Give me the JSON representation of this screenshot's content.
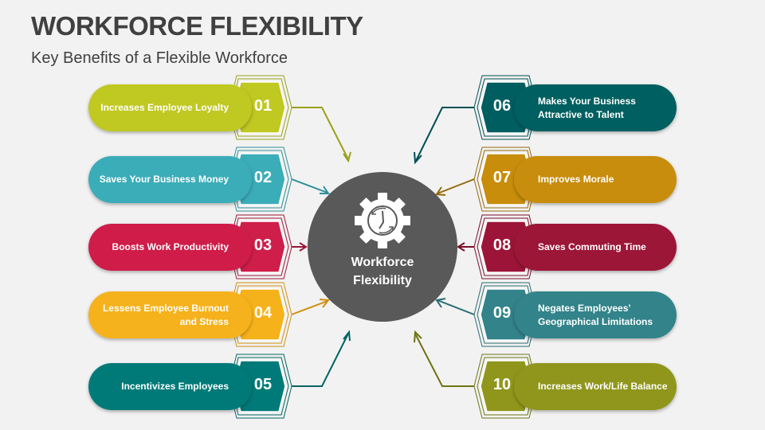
{
  "header": {
    "title": "WORKFORCE FLEXIBILITY",
    "subtitle": "Key Benefits of a Flexible Workforce"
  },
  "center": {
    "label_line1": "Workforce",
    "label_line2": "Flexibility",
    "icon": "gear-clock-icon",
    "color": "#595959"
  },
  "left_items": [
    {
      "number": "01",
      "text": "Increases Employee Loyalty",
      "color": "#c0c822",
      "line_color": "#9aa11b"
    },
    {
      "number": "02",
      "text": "Saves Your Business Money",
      "color": "#3badb8",
      "line_color": "#2f8e97"
    },
    {
      "number": "03",
      "text": "Boosts Work Productivity",
      "color": "#cf1e4a",
      "line_color": "#9c1638"
    },
    {
      "number": "04",
      "text": "Lessens Employee Burnout and Stress",
      "color": "#f6b21b",
      "line_color": "#d08f10"
    },
    {
      "number": "05",
      "text": "Incentivizes Employees",
      "color": "#007a78",
      "line_color": "#006563"
    }
  ],
  "right_items": [
    {
      "number": "06",
      "text": "Makes Your Business Attractive to Talent",
      "color": "#005e61",
      "line_color": "#004f52"
    },
    {
      "number": "07",
      "text": "Improves Morale",
      "color": "#c88d0a",
      "line_color": "#94690a"
    },
    {
      "number": "08",
      "text": "Saves Commuting Time",
      "color": "#9c1538",
      "line_color": "#7a0f2b"
    },
    {
      "number": "09",
      "text": "Negates Employees’ Geographical Limitations",
      "color": "#33838a",
      "line_color": "#2a6c72"
    },
    {
      "number": "10",
      "text": "Increases Work/Life Balance",
      "color": "#90961b",
      "line_color": "#6f7414"
    }
  ]
}
